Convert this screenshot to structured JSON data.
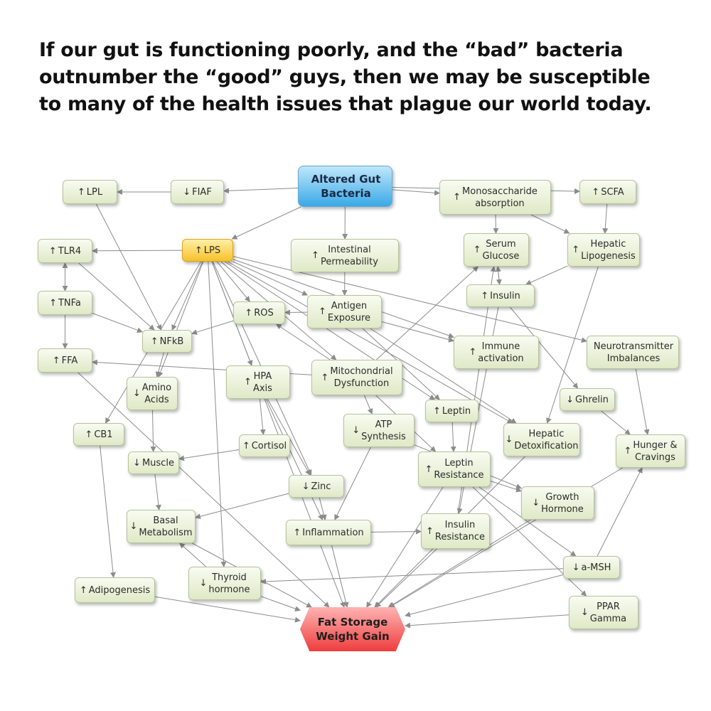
{
  "caption": "If our gut is functioning poorly, and the “bad” bacteria\noutnumber the “good” guys, then we may be susceptible\nto many of the health issues that plague our world today.",
  "colors": {
    "line": "#8c8c8c",
    "node_fill": "#e2ebcb",
    "source_fill": "#3aa9e6",
    "lps_fill": "#f7c12a",
    "outcome_fill": "#ee3d3d"
  },
  "nodes": {
    "altered_gut": {
      "label": "Altered Gut\nBacteria",
      "arrow": ""
    },
    "fiaf": {
      "label": "FIAF",
      "arrow": "↓"
    },
    "lpl": {
      "label": "LPL",
      "arrow": "↑"
    },
    "monosaccharide": {
      "label": "Monosaccharide\nabsorption",
      "arrow": "↑"
    },
    "scfa": {
      "label": "SCFA",
      "arrow": "↑"
    },
    "tlr4": {
      "label": "TLR4",
      "arrow": "↑"
    },
    "lps": {
      "label": "LPS",
      "arrow": "↑"
    },
    "intestinal": {
      "label": "Intestinal\nPermeability",
      "arrow": "↑"
    },
    "serum_glucose": {
      "label": "Serum\nGlucose",
      "arrow": "↑"
    },
    "hepatic_lipo": {
      "label": "Hepatic\nLipogenesis",
      "arrow": "↑"
    },
    "insulin": {
      "label": "Insulin",
      "arrow": "↑"
    },
    "tnfa": {
      "label": "TNFa",
      "arrow": "↑"
    },
    "ros": {
      "label": "ROS",
      "arrow": "↑"
    },
    "antigen": {
      "label": "Antigen\nExposure",
      "arrow": "↑"
    },
    "nfkb": {
      "label": "NFkB",
      "arrow": "↑"
    },
    "immune": {
      "label": "Immune\nactivation",
      "arrow": "↑"
    },
    "neuro": {
      "label": "Neurotransmitter\nImbalances",
      "arrow": ""
    },
    "ffa": {
      "label": "FFA",
      "arrow": "↑"
    },
    "hpa": {
      "label": "HPA\nAxis",
      "arrow": "↑"
    },
    "mito": {
      "label": "Mitochondrial\nDysfunction",
      "arrow": "↑"
    },
    "amino": {
      "label": "Amino\nAcids",
      "arrow": "↓"
    },
    "ghrelin": {
      "label": "Ghrelin",
      "arrow": "↓"
    },
    "atp": {
      "label": "ATP\nSynthesis",
      "arrow": "↓"
    },
    "leptin": {
      "label": "Leptin",
      "arrow": "↑"
    },
    "cb1": {
      "label": "CB1",
      "arrow": "↑"
    },
    "cortisol": {
      "label": "Cortisol",
      "arrow": "↑"
    },
    "hepatic_detox": {
      "label": "Hepatic\nDetoxification",
      "arrow": "↓"
    },
    "hunger": {
      "label": "Hunger &\nCravings",
      "arrow": "↑"
    },
    "muscle": {
      "label": "Muscle",
      "arrow": "↓"
    },
    "leptin_res": {
      "label": "Leptin\nResistance",
      "arrow": "↑"
    },
    "zinc": {
      "label": "Zinc",
      "arrow": "↓"
    },
    "growth": {
      "label": "Growth\nHormone",
      "arrow": "↓"
    },
    "basal": {
      "label": "Basal\nMetabolism",
      "arrow": "↓"
    },
    "inflammation": {
      "label": "Inflammation",
      "arrow": "↑"
    },
    "insulin_res": {
      "label": "Insulin\nResistance",
      "arrow": "↑"
    },
    "amsh": {
      "label": "a-MSH",
      "arrow": "↓"
    },
    "thyroid": {
      "label": "Thyroid\nhormone",
      "arrow": "↓"
    },
    "adipogenesis": {
      "label": "Adipogenesis",
      "arrow": "↑"
    },
    "ppar": {
      "label": "PPAR\nGamma",
      "arrow": "↓"
    },
    "fat": {
      "label": "Fat Storage\nWeight Gain",
      "arrow": ""
    }
  },
  "edges": [
    [
      "altered_gut",
      "fiaf"
    ],
    [
      "fiaf",
      "lpl"
    ],
    [
      "altered_gut",
      "monosaccharide"
    ],
    [
      "altered_gut",
      "scfa"
    ],
    [
      "altered_gut",
      "intestinal"
    ],
    [
      "altered_gut",
      "lps"
    ],
    [
      "monosaccharide",
      "serum_glucose"
    ],
    [
      "monosaccharide",
      "hepatic_lipo"
    ],
    [
      "scfa",
      "hepatic_lipo"
    ],
    [
      "serum_glucose",
      "insulin"
    ],
    [
      "hepatic_lipo",
      "insulin"
    ],
    [
      "insulin",
      "serum_glucose"
    ],
    [
      "intestinal",
      "antigen"
    ],
    [
      "lps",
      "tlr4"
    ],
    [
      "lps",
      "nfkb"
    ],
    [
      "lps",
      "ros"
    ],
    [
      "lps",
      "antigen"
    ],
    [
      "lps",
      "hpa"
    ],
    [
      "lps",
      "mito"
    ],
    [
      "lps",
      "immune"
    ],
    [
      "lps",
      "neuro"
    ],
    [
      "lps",
      "leptin"
    ],
    [
      "lps",
      "cb1"
    ],
    [
      "lps",
      "amino"
    ],
    [
      "lps",
      "thyroid"
    ],
    [
      "lps",
      "fat"
    ],
    [
      "lps",
      "hepatic_detox"
    ],
    [
      "lps",
      "zinc"
    ],
    [
      "tlr4",
      "tnfa"
    ],
    [
      "tnfa",
      "ffa"
    ],
    [
      "tnfa",
      "nfkb"
    ],
    [
      "tlr4",
      "nfkb"
    ],
    [
      "ffa",
      "tlr4"
    ],
    [
      "lpl",
      "nfkb"
    ],
    [
      "ros",
      "nfkb"
    ],
    [
      "antigen",
      "ros"
    ],
    [
      "mito",
      "ros"
    ],
    [
      "antigen",
      "immune"
    ],
    [
      "antigen",
      "leptin"
    ],
    [
      "antigen",
      "hepatic_detox"
    ],
    [
      "mito",
      "ffa"
    ],
    [
      "mito",
      "atp"
    ],
    [
      "mito",
      "serum_glucose"
    ],
    [
      "mito",
      "leptin_res"
    ],
    [
      "nfkb",
      "amino"
    ],
    [
      "amino",
      "muscle"
    ],
    [
      "hpa",
      "cortisol"
    ],
    [
      "hpa",
      "zinc"
    ],
    [
      "hpa",
      "inflammation"
    ],
    [
      "cortisol",
      "muscle"
    ],
    [
      "muscle",
      "basal"
    ],
    [
      "zinc",
      "inflammation"
    ],
    [
      "zinc",
      "basal"
    ],
    [
      "atp",
      "inflammation"
    ],
    [
      "atp",
      "growth"
    ],
    [
      "leptin",
      "leptin_res"
    ],
    [
      "leptin_res",
      "growth"
    ],
    [
      "leptin_res",
      "amsh"
    ],
    [
      "leptin_res",
      "ppar"
    ],
    [
      "leptin_res",
      "fat"
    ],
    [
      "ghrelin",
      "hunger"
    ],
    [
      "neuro",
      "hunger"
    ],
    [
      "insulin",
      "ghrelin"
    ],
    [
      "insulin",
      "insulin_res"
    ],
    [
      "inflammation",
      "insulin_res"
    ],
    [
      "inflammation",
      "fat"
    ],
    [
      "insulin_res",
      "fat"
    ],
    [
      "growth",
      "fat"
    ],
    [
      "hepatic_detox",
      "fat"
    ],
    [
      "hepatic_lipo",
      "hepatic_detox"
    ],
    [
      "thyroid",
      "basal"
    ],
    [
      "thyroid",
      "fat"
    ],
    [
      "adipogenesis",
      "fat"
    ],
    [
      "cb1",
      "adipogenesis"
    ],
    [
      "amsh",
      "thyroid"
    ],
    [
      "amsh",
      "hunger"
    ],
    [
      "amsh",
      "fat"
    ],
    [
      "ppar",
      "fat"
    ],
    [
      "hunger",
      "fat"
    ],
    [
      "basal",
      "fat"
    ],
    [
      "ffa",
      "fat"
    ],
    [
      "insulin_res",
      "serum_glucose"
    ]
  ]
}
